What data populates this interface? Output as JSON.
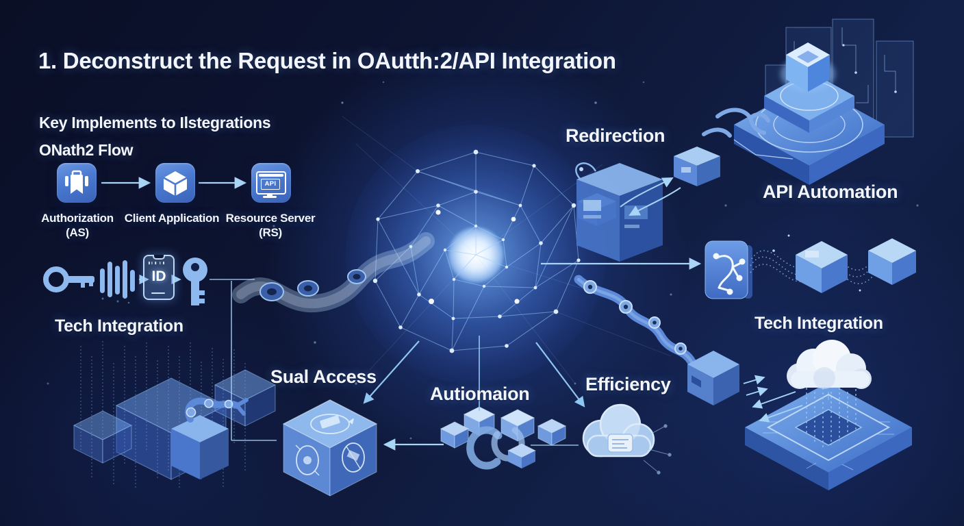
{
  "title": "1. Deconstruct the Request in OAutth:2/API Integration",
  "subtitle": {
    "line1": "Key Implements to Ilstegrations",
    "line2": "ONath2 Flow"
  },
  "oauth_flow": {
    "nodes": [
      {
        "icon": "authorization-briefcase-icon",
        "line1": "Authorization",
        "line2": "(AS)"
      },
      {
        "icon": "client-cube-icon",
        "line1": "Client Application",
        "line2": ""
      },
      {
        "icon": "resource-monitor-icon",
        "line1": "Resource Server",
        "line2": "(RS)",
        "badge": "API"
      }
    ]
  },
  "token_row": {
    "icons": [
      "key-horizontal-icon",
      "signal-bars-icon",
      "id-card-icon",
      "key-vertical-icon"
    ],
    "id_text": "ID"
  },
  "labels": {
    "tech_integration_left": "Tech Integration",
    "redirection": "Redirection",
    "api_automation": "API Automation",
    "tech_integration_right": "Tech Integration",
    "sual_access": "Sual Access",
    "autiomaion": "Autiomaion",
    "efficiency": "Efficiency"
  },
  "colors": {
    "background": "#0d1431",
    "text": "#f3f7fd",
    "tile_blue": "#4a79d0",
    "arrow_blue": "#a8d4f6",
    "network_blue": "#9ecbff",
    "glow_core": "#ffffff",
    "iso_top": "#9cc4f5",
    "iso_side": "#3c63b0",
    "cloud_white": "#e9f1fa"
  }
}
